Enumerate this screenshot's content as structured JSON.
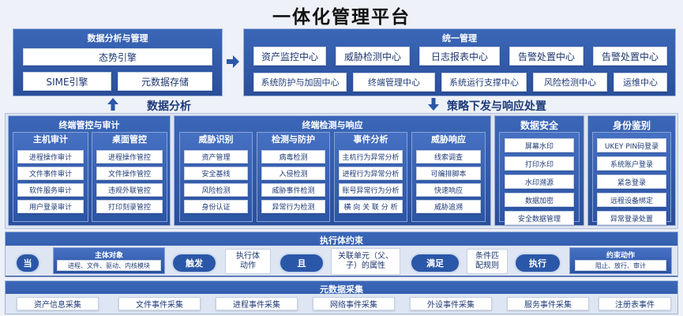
{
  "title": "一体化管理平台",
  "analysis": {
    "title": "数据分析与管理",
    "items": [
      "态势引擎",
      "SIME引擎",
      "元数据存储"
    ]
  },
  "unified": {
    "title": "统一管理",
    "row1": [
      "资产监控中心",
      "威胁检测中心",
      "日志报表中心",
      "告警处置中心",
      "告警处置中心"
    ],
    "row2": [
      "系统防护与加固中心",
      "终端管理中心",
      "系统运行支撑中心",
      "风险检测中心",
      "运维中心"
    ]
  },
  "labels": {
    "data_analysis": "数据分析",
    "policy": "策略下发与响应处置"
  },
  "terminal_control": {
    "title": "终端管控与审计",
    "columns": [
      {
        "title": "主机审计",
        "items": [
          "进程操作审计",
          "文件事件审计",
          "软件服务审计",
          "用户登录审计"
        ]
      },
      {
        "title": "桌面管控",
        "items": [
          "进程操作管控",
          "文件操作管控",
          "违规外联管控",
          "打印刻录管控"
        ]
      }
    ]
  },
  "terminal_detect": {
    "title": "终端检测与响应",
    "columns": [
      {
        "title": "威胁识别",
        "items": [
          "资产管理",
          "安全基线",
          "风险检测",
          "身份认证"
        ]
      },
      {
        "title": "检测与防护",
        "items": [
          "病毒检测",
          "入侵检测",
          "威胁事件检测",
          "异常行为检测"
        ]
      },
      {
        "title": "事件分析",
        "items": [
          "主机行为异常分析",
          "进程行为异常分析",
          "账号异常行为分析",
          "横 向 关 联 分 析"
        ]
      },
      {
        "title": "威胁响应",
        "items": [
          "线索调查",
          "可编排脚本",
          "快速响应",
          "威胁追溯"
        ]
      }
    ]
  },
  "data_security": {
    "title": "数据安全",
    "items": [
      "屏幕水印",
      "打印水印",
      "水印溯源",
      "数据加密",
      "安全数据管理"
    ]
  },
  "identity": {
    "title": "身份鉴别",
    "items": [
      "UKEY PIN码登录",
      "系统账户登录",
      "紧急登录",
      "远程设备绑定",
      "异常登录处置"
    ]
  },
  "constraint": {
    "title": "执行体约束",
    "when": "当",
    "subject_title": "主体对象",
    "subject_items": "进程、文件、驱动、内核模块",
    "trigger": "触发",
    "executor": "执行体\n动作",
    "and": "且",
    "relation": "关联单元（父、\n子）的属性",
    "satisfy": "满足",
    "condition": "条件匹\n配规则",
    "execute": "执行",
    "action_title": "约束动作",
    "action_items": "阻止、放行、审计"
  },
  "metadata": {
    "title": "元数据采集",
    "items": [
      "资产信息采集",
      "文件事件采集",
      "进程事件采集",
      "网络事件采集",
      "外设事件采集",
      "服务事件采集",
      "注册表事件"
    ]
  }
}
